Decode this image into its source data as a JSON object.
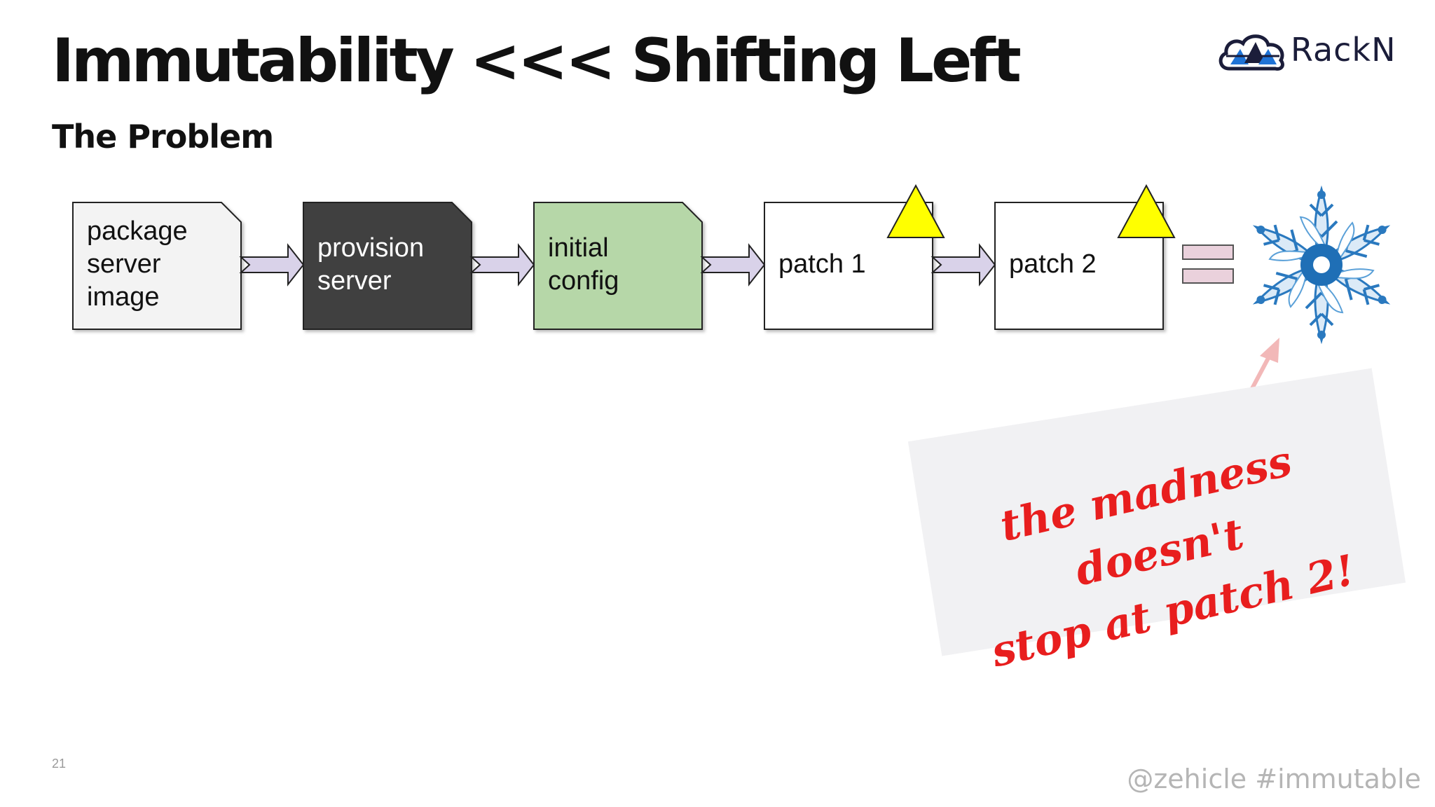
{
  "slide": {
    "title": "Immutability <<< Shifting Left",
    "subtitle": "The Problem",
    "page_number": "21",
    "footer": "@zehicle #immutable",
    "logo_text": "RackN"
  },
  "pipeline": {
    "steps": [
      {
        "label": "package\nserver\nimage",
        "fill": "#f3f3f3",
        "text_color": "#111111",
        "style": "folded-corner"
      },
      {
        "label": "provision\nserver",
        "fill": "#414141",
        "text_color": "#ffffff",
        "style": "folded-corner"
      },
      {
        "label": "initial\nconfig",
        "fill": "#b6d7a8",
        "text_color": "#111111",
        "style": "folded-corner"
      },
      {
        "label": "patch 1",
        "fill": "#ffffff",
        "text_color": "#111111",
        "style": "plain",
        "warning": true
      },
      {
        "label": "patch 2",
        "fill": "#ffffff",
        "text_color": "#111111",
        "style": "plain",
        "warning": true
      }
    ],
    "connector": "arrow",
    "arrow_fill": "#d9d2e9",
    "warning_color": "#ffff00",
    "equals_fill": "#ead1dc",
    "result_icon": "snowflake-icon"
  },
  "annotation": {
    "text": "the madness doesn't\nstop at patch 2!",
    "color": "#e81e1e",
    "pointer": "arrow-to-snowflake"
  }
}
